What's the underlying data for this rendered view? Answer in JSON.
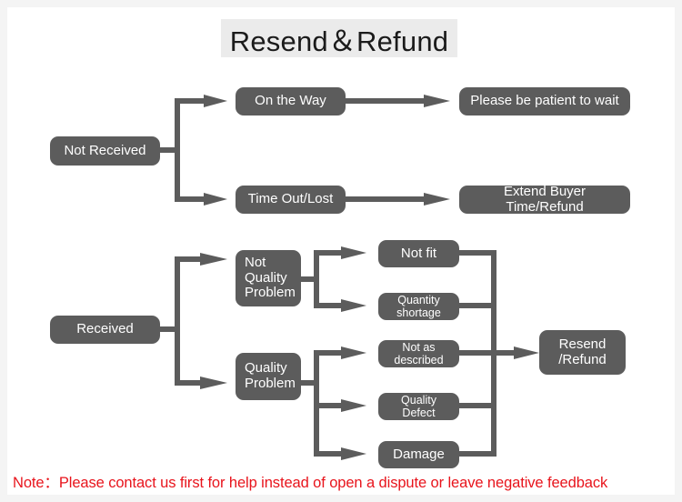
{
  "title": "Resend＆Refund",
  "colors": {
    "box_fill": "#5c5c5c",
    "box_text": "#ffffff",
    "connector": "#5c5c5c",
    "note_text": "#e8141c",
    "title_band": "#ebebeb",
    "canvas": "#ffffff",
    "page_background": "#f4f4f4"
  },
  "nodes": {
    "not_received": "Not Received",
    "on_the_way": "On the Way",
    "time_out_lost": "Time Out/Lost",
    "please_be_patient": "Please be patient to wait",
    "extend_buyer_time": "Extend Buyer Time/Refund",
    "received": "Received",
    "not_quality_problem": "Not\nQuality\nProblem",
    "quality_problem": "Quality\nProblem",
    "not_fit": "Not fit",
    "quantity_shortage": "Quantity shortage",
    "not_as_described": "Not as described",
    "quality_defect": "Quality Defect",
    "damage": "Damage",
    "resend_refund": "Resend\n/Refund"
  },
  "note": "Note：Please contact us first for help instead of open a dispute or leave negative feedback"
}
